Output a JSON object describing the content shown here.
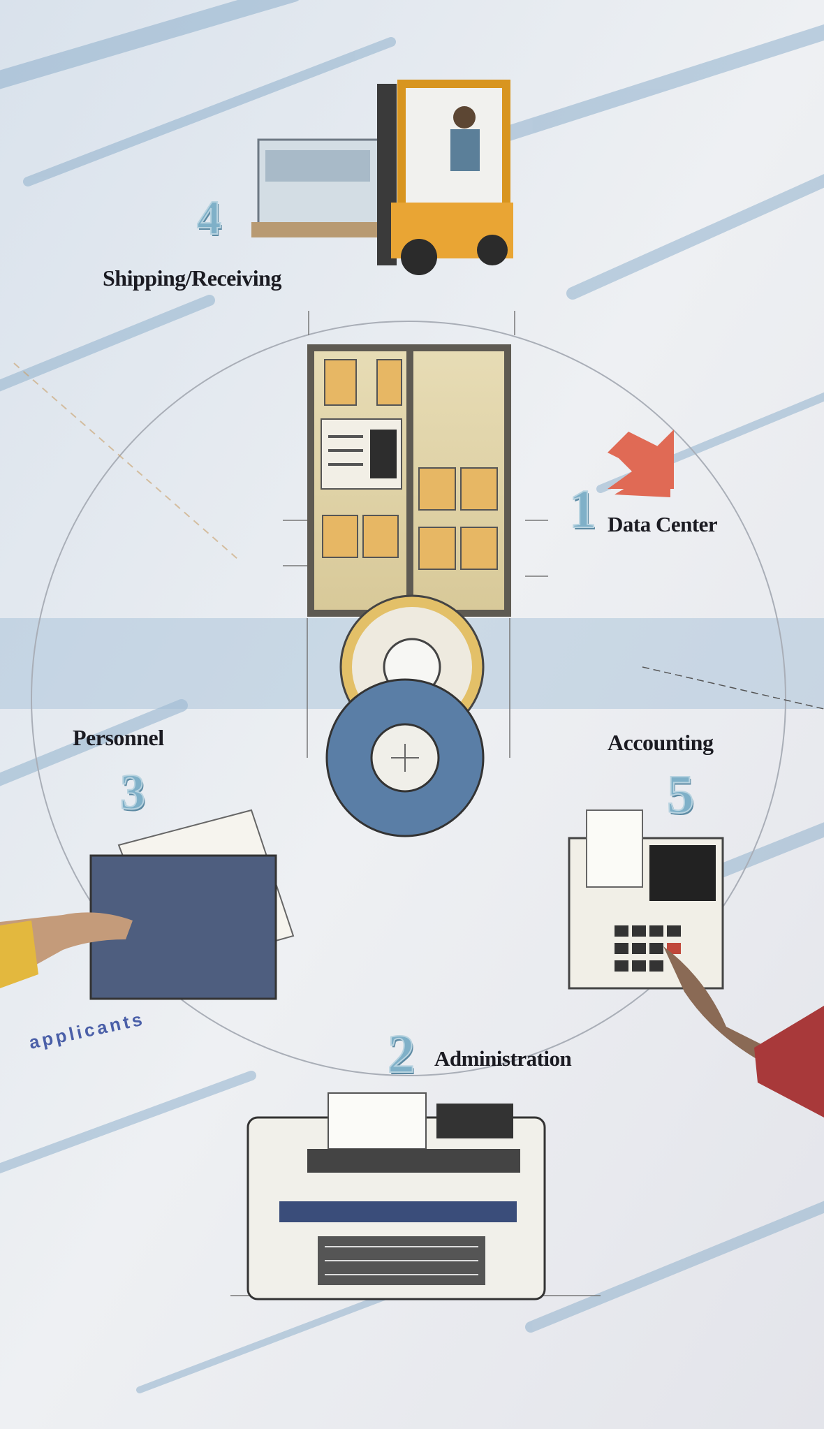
{
  "departments": [
    {
      "number": "1",
      "label": "Data Center"
    },
    {
      "number": "2",
      "label": "Administration"
    },
    {
      "number": "3",
      "label": "Personnel"
    },
    {
      "number": "4",
      "label": "Shipping/Receiving"
    },
    {
      "number": "5",
      "label": "Accounting"
    }
  ],
  "annotations": {
    "folder_note": "applicants"
  },
  "illustrations": [
    {
      "name": "forklift",
      "near": "Shipping/Receiving"
    },
    {
      "name": "computer-cabinet",
      "near": "Data Center"
    },
    {
      "name": "tape-reels",
      "near": "Data Center"
    },
    {
      "name": "file-folder-in-hand",
      "near": "Personnel"
    },
    {
      "name": "calculator-in-hand",
      "near": "Accounting"
    },
    {
      "name": "typewriter",
      "near": "Administration"
    }
  ],
  "colors": {
    "background": "#e6e9ee",
    "brush_blue": "#8fb0cc",
    "number_blue": "#7fb0c8",
    "arrow_red": "#e06a55",
    "forklift_orange": "#e9a534",
    "label_text": "#1b1b22"
  }
}
